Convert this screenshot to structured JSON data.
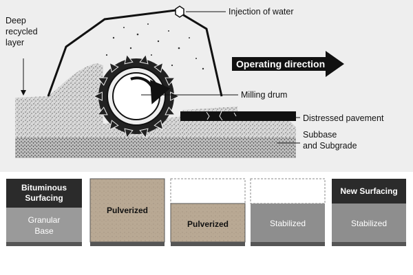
{
  "diagram": {
    "labels": {
      "injection": "Injection of water",
      "deep_layer": [
        "Deep",
        "recycled",
        "layer"
      ],
      "operating_direction": "Operating direction",
      "milling_drum": "Milling drum",
      "distressed": "Distressed pavement",
      "subbase": [
        "Subbase",
        "and Subgrade"
      ]
    }
  },
  "stages": [
    {
      "top_label": [
        "Bituminous",
        "Surfacing"
      ],
      "bottom_label": [
        "Granular",
        "Base"
      ]
    },
    {
      "label": "Pulverized"
    },
    {
      "label": "Pulverized"
    },
    {
      "label": "Stabilized"
    },
    {
      "top_label": [
        "New Surfacing"
      ],
      "bottom_label": [
        "Stabilized"
      ]
    }
  ],
  "colors": {
    "dark": "#2b2b2b",
    "gray_base": "#9a9a9a",
    "pulverized": "#b9a994",
    "stabilized": "#8e8e8e",
    "background_top": "#eeeeee"
  }
}
